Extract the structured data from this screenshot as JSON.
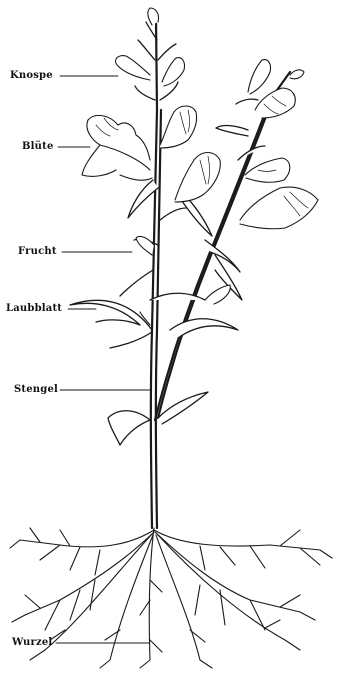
{
  "labels": {
    "knospe": "Knospe",
    "bluete": "Blüte",
    "frucht": "Frucht",
    "laubblatt": "Laubblatt",
    "stengel": "Stengel",
    "wurzel": "Wurzel"
  },
  "colors": {
    "ink": "#1a1a1a",
    "paper": "#ffffff"
  }
}
